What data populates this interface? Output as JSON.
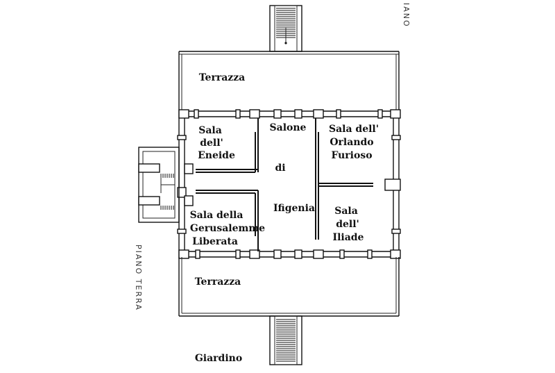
{
  "labels": {
    "terrace_top": "Terrazza",
    "terrace_bottom": "Terrazza",
    "garden": "Giardino",
    "eneide_1": "Sala",
    "eneide_2": "dell'",
    "eneide_3": "Eneide",
    "salone_1": "Salone",
    "salone_2": "di",
    "salone_3": "Ifigenia",
    "orlando_1": "Sala dell'",
    "orlando_2": "Orlando",
    "orlando_3": "Furioso",
    "gerusalemme_1": "Sala della",
    "gerusalemme_2": "Gerusalemme",
    "gerusalemme_3": "Liberata",
    "iliade_1": "Sala",
    "iliade_2": "dell'",
    "iliade_3": "Iliade",
    "floor_note": "PIANO TERRA",
    "corner_note": "IANO"
  }
}
